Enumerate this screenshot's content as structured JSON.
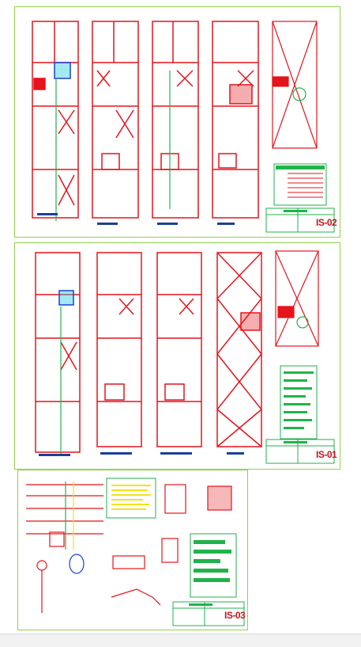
{
  "sheets": [
    {
      "id": "IS-02",
      "label": "IS-02"
    },
    {
      "id": "IS-01",
      "label": "IS-01"
    },
    {
      "id": "IS-03",
      "label": "IS-03"
    }
  ],
  "colors": {
    "wall": "#e5141b",
    "frame": "#8fd34a",
    "pipe_green": "#21b24b",
    "pipe_blue": "#1e3fd8",
    "pipe_cyan": "#19c7e6",
    "note_yellow": "#f2e21b",
    "title_bar": "#1c3f9a"
  }
}
